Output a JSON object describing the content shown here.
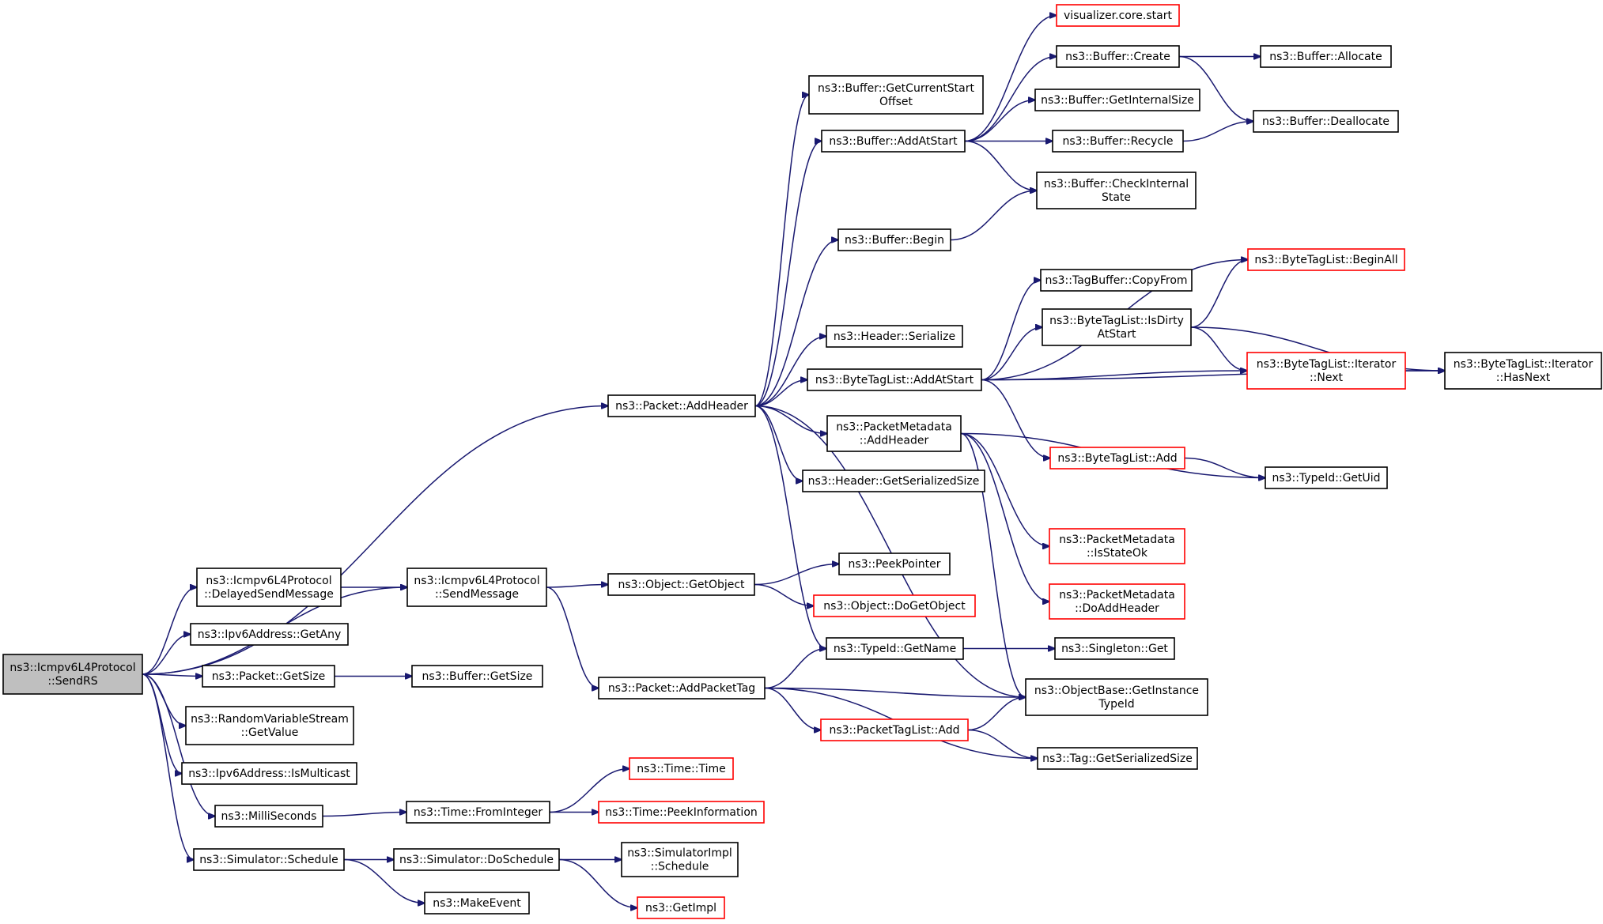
{
  "colors": {
    "edge": "#191970",
    "arrowhead": "#191970",
    "border_normal": "#000000",
    "border_truncated": "#ff0000",
    "root_fill": "#bfbfbf",
    "fill": "#ffffff"
  },
  "nodes": [
    {
      "id": "sendrs",
      "lines": [
        "ns3::Icmpv6L4Protocol",
        "::SendRS"
      ],
      "style": "root"
    },
    {
      "id": "delayedsend",
      "lines": [
        "ns3::Icmpv6L4Protocol",
        "::DelayedSendMessage"
      ],
      "style": "normal"
    },
    {
      "id": "sendmessage",
      "lines": [
        "ns3::Icmpv6L4Protocol",
        "::SendMessage"
      ],
      "style": "normal"
    },
    {
      "id": "getany",
      "lines": [
        "ns3::Ipv6Address::GetAny"
      ],
      "style": "normal"
    },
    {
      "id": "pkt_getsize",
      "lines": [
        "ns3::Packet::GetSize"
      ],
      "style": "normal"
    },
    {
      "id": "buf_getsize",
      "lines": [
        "ns3::Buffer::GetSize"
      ],
      "style": "normal"
    },
    {
      "id": "rvs_getvalue",
      "lines": [
        "ns3::RandomVariableStream",
        "::GetValue"
      ],
      "style": "normal"
    },
    {
      "id": "ismulticast",
      "lines": [
        "ns3::Ipv6Address::IsMulticast"
      ],
      "style": "normal"
    },
    {
      "id": "milliseconds",
      "lines": [
        "ns3::MilliSeconds"
      ],
      "style": "normal"
    },
    {
      "id": "fromint",
      "lines": [
        "ns3::Time::FromInteger"
      ],
      "style": "normal"
    },
    {
      "id": "time_time",
      "lines": [
        "ns3::Time::Time"
      ],
      "style": "truncated"
    },
    {
      "id": "peekinfo",
      "lines": [
        "ns3::Time::PeekInformation"
      ],
      "style": "truncated"
    },
    {
      "id": "sim_schedule",
      "lines": [
        "ns3::Simulator::Schedule"
      ],
      "style": "normal"
    },
    {
      "id": "sim_doschedule",
      "lines": [
        "ns3::Simulator::DoSchedule"
      ],
      "style": "normal"
    },
    {
      "id": "simimpl_schedule",
      "lines": [
        "ns3::SimulatorImpl",
        "::Schedule"
      ],
      "style": "normal"
    },
    {
      "id": "getimpl",
      "lines": [
        "ns3::GetImpl"
      ],
      "style": "truncated"
    },
    {
      "id": "makeevent",
      "lines": [
        "ns3::MakeEvent"
      ],
      "style": "normal"
    },
    {
      "id": "getobject",
      "lines": [
        "ns3::Object::GetObject"
      ],
      "style": "normal"
    },
    {
      "id": "peekpointer",
      "lines": [
        "ns3::PeekPointer"
      ],
      "style": "normal"
    },
    {
      "id": "dogetobject",
      "lines": [
        "ns3::Object::DoGetObject"
      ],
      "style": "truncated"
    },
    {
      "id": "addpackettag",
      "lines": [
        "ns3::Packet::AddPacketTag"
      ],
      "style": "normal"
    },
    {
      "id": "typeid_getname",
      "lines": [
        "ns3::TypeId::GetName"
      ],
      "style": "normal"
    },
    {
      "id": "singleton_get",
      "lines": [
        "ns3::Singleton::Get"
      ],
      "style": "normal"
    },
    {
      "id": "getinstancetypeid",
      "lines": [
        "ns3::ObjectBase::GetInstance",
        "TypeId"
      ],
      "style": "normal"
    },
    {
      "id": "ptaglist_add",
      "lines": [
        "ns3::PacketTagList::Add"
      ],
      "style": "truncated"
    },
    {
      "id": "tag_getsersize",
      "lines": [
        "ns3::Tag::GetSerializedSize"
      ],
      "style": "normal"
    },
    {
      "id": "pkt_addheader",
      "lines": [
        "ns3::Packet::AddHeader"
      ],
      "style": "normal"
    },
    {
      "id": "buf_getcurstart",
      "lines": [
        "ns3::Buffer::GetCurrentStart",
        "Offset"
      ],
      "style": "normal"
    },
    {
      "id": "buf_addatstart",
      "lines": [
        "ns3::Buffer::AddAtStart"
      ],
      "style": "normal"
    },
    {
      "id": "buf_begin",
      "lines": [
        "ns3::Buffer::Begin"
      ],
      "style": "normal"
    },
    {
      "id": "hdr_serialize",
      "lines": [
        "ns3::Header::Serialize"
      ],
      "style": "normal"
    },
    {
      "id": "btl_addatstart",
      "lines": [
        "ns3::ByteTagList::AddAtStart"
      ],
      "style": "normal"
    },
    {
      "id": "pmd_addheader",
      "lines": [
        "ns3::PacketMetadata",
        "::AddHeader"
      ],
      "style": "normal"
    },
    {
      "id": "hdr_getsersize",
      "lines": [
        "ns3::Header::GetSerializedSize"
      ],
      "style": "normal"
    },
    {
      "id": "vis_start",
      "lines": [
        "visualizer.core.start"
      ],
      "style": "truncated"
    },
    {
      "id": "buf_create",
      "lines": [
        "ns3::Buffer::Create"
      ],
      "style": "normal"
    },
    {
      "id": "buf_allocate",
      "lines": [
        "ns3::Buffer::Allocate"
      ],
      "style": "normal"
    },
    {
      "id": "buf_getintsize",
      "lines": [
        "ns3::Buffer::GetInternalSize"
      ],
      "style": "normal"
    },
    {
      "id": "buf_recycle",
      "lines": [
        "ns3::Buffer::Recycle"
      ],
      "style": "normal"
    },
    {
      "id": "buf_dealloc",
      "lines": [
        "ns3::Buffer::Deallocate"
      ],
      "style": "normal"
    },
    {
      "id": "buf_checkint",
      "lines": [
        "ns3::Buffer::CheckInternal",
        "State"
      ],
      "style": "normal"
    },
    {
      "id": "btl_beginall",
      "lines": [
        "ns3::ByteTagList::BeginAll"
      ],
      "style": "truncated"
    },
    {
      "id": "tagbuf_copyfrom",
      "lines": [
        "ns3::TagBuffer::CopyFrom"
      ],
      "style": "normal"
    },
    {
      "id": "btl_isdirty",
      "lines": [
        "ns3::ByteTagList::IsDirty",
        "AtStart"
      ],
      "style": "normal"
    },
    {
      "id": "btl_iter_next",
      "lines": [
        "ns3::ByteTagList::Iterator",
        "::Next"
      ],
      "style": "truncated"
    },
    {
      "id": "btl_iter_hasnext",
      "lines": [
        "ns3::ByteTagList::Iterator",
        "::HasNext"
      ],
      "style": "normal"
    },
    {
      "id": "btl_add",
      "lines": [
        "ns3::ByteTagList::Add"
      ],
      "style": "truncated"
    },
    {
      "id": "typeid_getuid",
      "lines": [
        "ns3::TypeId::GetUid"
      ],
      "style": "normal"
    },
    {
      "id": "pmd_isstateok",
      "lines": [
        "ns3::PacketMetadata",
        "::IsStateOk"
      ],
      "style": "truncated"
    },
    {
      "id": "pmd_doaddheader",
      "lines": [
        "ns3::PacketMetadata",
        "::DoAddHeader"
      ],
      "style": "truncated"
    }
  ],
  "edges": [
    [
      "sendrs",
      "pkt_addheader"
    ],
    [
      "sendrs",
      "sendmessage"
    ],
    [
      "sendrs",
      "delayedsend"
    ],
    [
      "sendrs",
      "getany"
    ],
    [
      "sendrs",
      "pkt_getsize"
    ],
    [
      "sendrs",
      "rvs_getvalue"
    ],
    [
      "sendrs",
      "ismulticast"
    ],
    [
      "sendrs",
      "milliseconds"
    ],
    [
      "sendrs",
      "sim_schedule"
    ],
    [
      "delayedsend",
      "sendmessage"
    ],
    [
      "sendmessage",
      "getobject"
    ],
    [
      "sendmessage",
      "addpackettag"
    ],
    [
      "pkt_getsize",
      "buf_getsize"
    ],
    [
      "milliseconds",
      "fromint"
    ],
    [
      "fromint",
      "time_time"
    ],
    [
      "fromint",
      "peekinfo"
    ],
    [
      "sim_schedule",
      "sim_doschedule"
    ],
    [
      "sim_schedule",
      "makeevent"
    ],
    [
      "sim_doschedule",
      "simimpl_schedule"
    ],
    [
      "sim_doschedule",
      "getimpl"
    ],
    [
      "getobject",
      "peekpointer"
    ],
    [
      "getobject",
      "dogetobject"
    ],
    [
      "addpackettag",
      "typeid_getname"
    ],
    [
      "addpackettag",
      "getinstancetypeid"
    ],
    [
      "addpackettag",
      "ptaglist_add"
    ],
    [
      "addpackettag",
      "tag_getsersize"
    ],
    [
      "typeid_getname",
      "singleton_get"
    ],
    [
      "ptaglist_add",
      "getinstancetypeid"
    ],
    [
      "ptaglist_add",
      "tag_getsersize"
    ],
    [
      "pkt_addheader",
      "buf_getcurstart"
    ],
    [
      "pkt_addheader",
      "buf_addatstart"
    ],
    [
      "pkt_addheader",
      "buf_begin"
    ],
    [
      "pkt_addheader",
      "hdr_serialize"
    ],
    [
      "pkt_addheader",
      "btl_addatstart"
    ],
    [
      "pkt_addheader",
      "pmd_addheader"
    ],
    [
      "pkt_addheader",
      "hdr_getsersize"
    ],
    [
      "pkt_addheader",
      "typeid_getname"
    ],
    [
      "pkt_addheader",
      "getinstancetypeid"
    ],
    [
      "buf_addatstart",
      "vis_start"
    ],
    [
      "buf_addatstart",
      "buf_create"
    ],
    [
      "buf_addatstart",
      "buf_getintsize"
    ],
    [
      "buf_addatstart",
      "buf_recycle"
    ],
    [
      "buf_addatstart",
      "buf_checkint"
    ],
    [
      "buf_create",
      "buf_allocate"
    ],
    [
      "buf_create",
      "buf_dealloc"
    ],
    [
      "buf_recycle",
      "buf_dealloc"
    ],
    [
      "buf_begin",
      "buf_checkint"
    ],
    [
      "btl_addatstart",
      "btl_beginall"
    ],
    [
      "btl_addatstart",
      "tagbuf_copyfrom"
    ],
    [
      "btl_addatstart",
      "btl_isdirty"
    ],
    [
      "btl_addatstart",
      "btl_iter_next"
    ],
    [
      "btl_addatstart",
      "btl_iter_hasnext"
    ],
    [
      "btl_addatstart",
      "btl_add"
    ],
    [
      "btl_isdirty",
      "btl_beginall"
    ],
    [
      "btl_isdirty",
      "btl_iter_next"
    ],
    [
      "btl_isdirty",
      "btl_iter_hasnext"
    ],
    [
      "btl_iter_next",
      "btl_iter_hasnext"
    ],
    [
      "btl_add",
      "typeid_getuid"
    ],
    [
      "pmd_addheader",
      "typeid_getuid"
    ],
    [
      "pmd_addheader",
      "pmd_isstateok"
    ],
    [
      "pmd_addheader",
      "pmd_doaddheader"
    ],
    [
      "pmd_addheader",
      "getinstancetypeid"
    ]
  ]
}
